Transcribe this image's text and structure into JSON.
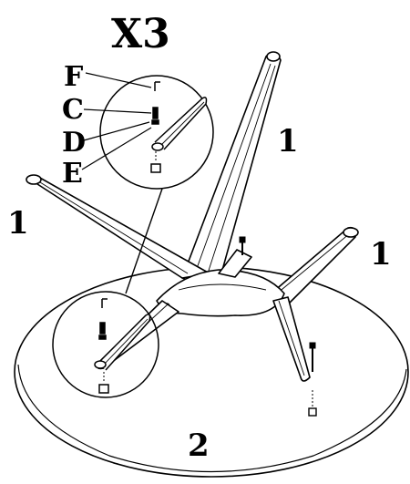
{
  "diagram": {
    "quantity_label": "X3",
    "part_labels": [
      "F",
      "C",
      "D",
      "E"
    ],
    "leg_label": "1",
    "tabletop_label": "2"
  },
  "icons": [
    "magnifier-detail-icon",
    "bolt-icon",
    "washer-icon",
    "allen-key-icon"
  ],
  "colors": {
    "ink": "#000000",
    "paper": "#ffffff"
  }
}
